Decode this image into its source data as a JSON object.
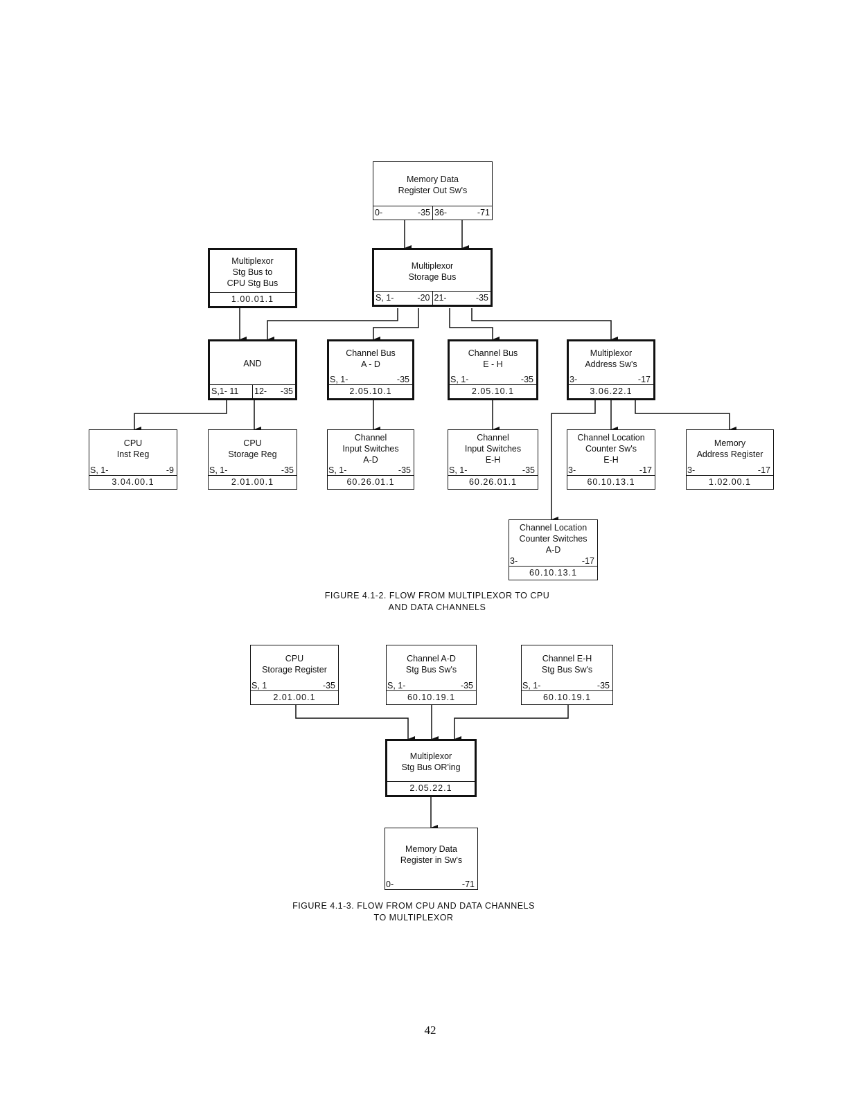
{
  "boxes": [
    {
      "id": "mdr-out",
      "title": [
        "Memory Data",
        "Register Out Sw's"
      ],
      "segments": [
        [
          "0-",
          "-35"
        ],
        [
          "36-",
          "-71"
        ]
      ]
    },
    {
      "id": "mux-stg-to-cpu",
      "title": [
        "Multiplexor",
        "Stg Bus to",
        "CPU Stg Bus"
      ],
      "code": "1.00.01.1"
    },
    {
      "id": "mux-storage-bus",
      "title": [
        "Multiplexor",
        "Storage Bus"
      ],
      "segments": [
        [
          "S, 1-",
          "-20"
        ],
        [
          "21-",
          "-35"
        ]
      ]
    },
    {
      "id": "and",
      "title": [
        "AND"
      ],
      "segments": [
        [
          "S,1- 11",
          ""
        ],
        [
          "12-",
          "-35"
        ]
      ]
    },
    {
      "id": "channel-bus-ad",
      "title": [
        "Channel Bus",
        "A - D"
      ],
      "range": [
        "S, 1-",
        "-35"
      ],
      "code": "2.05.10.1"
    },
    {
      "id": "channel-bus-eh",
      "title": [
        "Channel Bus",
        "E - H"
      ],
      "range": [
        "S, 1-",
        "-35"
      ],
      "code": "2.05.10.1"
    },
    {
      "id": "mux-address-sw",
      "title": [
        "Multiplexor",
        "Address Sw's"
      ],
      "range": [
        "3-",
        "-17"
      ],
      "code": "3.06.22.1"
    },
    {
      "id": "cpu-inst-reg",
      "title": [
        "CPU",
        "Inst Reg"
      ],
      "range": [
        "S, 1-",
        "-9"
      ],
      "code": "3.04.00.1"
    },
    {
      "id": "cpu-storage-reg",
      "title": [
        "CPU",
        "Storage Reg"
      ],
      "range": [
        "S, 1-",
        "-35"
      ],
      "code": "2.01.00.1"
    },
    {
      "id": "channel-input-ad",
      "title": [
        "Channel",
        "Input Switches",
        "A-D"
      ],
      "range": [
        "S, 1-",
        "-35"
      ],
      "code": "60.26.01.1"
    },
    {
      "id": "channel-input-eh",
      "title": [
        "Channel",
        "Input Switches",
        "E-H"
      ],
      "range": [
        "S, 1-",
        "-35"
      ],
      "code": "60.26.01.1"
    },
    {
      "id": "channel-loc-eh",
      "title": [
        "Channel Location",
        "Counter Sw's",
        "E-H"
      ],
      "range": [
        "3-",
        "-17"
      ],
      "code": "60.10.13.1"
    },
    {
      "id": "memory-address-reg",
      "title": [
        "Memory",
        "Address Register"
      ],
      "range": [
        "3-",
        "-17"
      ],
      "code": "1.02.00.1"
    },
    {
      "id": "channel-loc-ad",
      "title": [
        "Channel Location",
        "Counter Switches",
        "A-D"
      ],
      "range": [
        "3-",
        "-17"
      ],
      "code": "60.10.13.1"
    },
    {
      "id": "cpu-storage-register-2",
      "title": [
        "CPU",
        "Storage Register"
      ],
      "range": [
        "S, 1",
        "-35"
      ],
      "code": "2.01.00.1"
    },
    {
      "id": "channel-stg-ad",
      "title": [
        "Channel A-D",
        "Stg Bus Sw's"
      ],
      "range": [
        "S, 1-",
        "-35"
      ],
      "code": "60.10.19.1"
    },
    {
      "id": "channel-stg-eh",
      "title": [
        "Channel E-H",
        "Stg Bus Sw's"
      ],
      "range": [
        "S, 1-",
        "-35"
      ],
      "code": "60.10.19.1"
    },
    {
      "id": "mux-stg-oring",
      "title": [
        "Multiplexor",
        "Stg Bus OR'ing"
      ],
      "code": "2.05.22.1"
    },
    {
      "id": "mdr-in",
      "title": [
        "Memory Data",
        "Register in Sw's"
      ],
      "range": [
        "0-",
        "-71"
      ]
    }
  ],
  "captions": {
    "fig1": [
      "FIGURE 4.1-2.  FLOW FROM MULTIPLEXOR TO CPU",
      "AND DATA CHANNELS"
    ],
    "fig2": [
      "FIGURE 4.1-3.  FLOW FROM CPU AND DATA CHANNELS",
      "TO MULTIPLEXOR"
    ]
  },
  "page_number": "42"
}
